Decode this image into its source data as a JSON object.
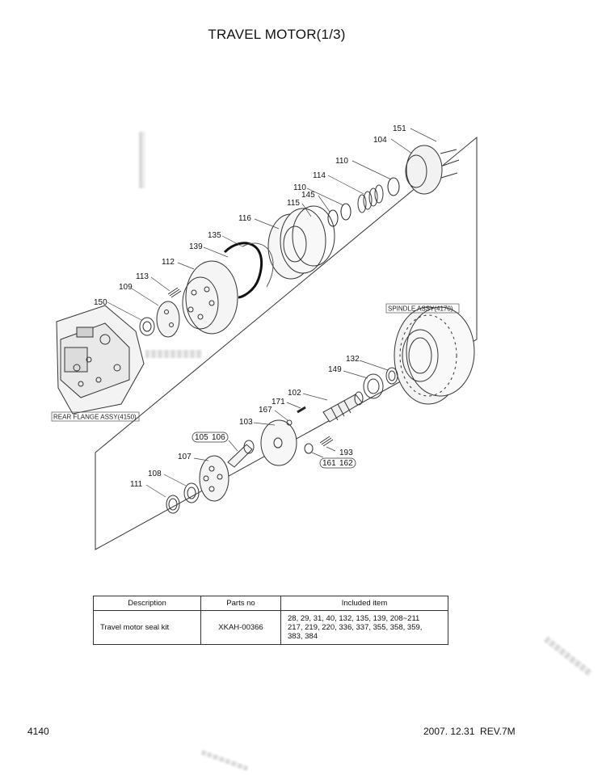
{
  "page": {
    "title": "TRAVEL MOTOR(1/3)",
    "page_number": "4140",
    "revision": "2007. 12.31  REV.7M"
  },
  "diagram": {
    "assemblies": {
      "rear_flange": "REAR FLANGE ASSY(4150)",
      "spindle": "SPINDLE ASSY(4170)"
    },
    "callouts": {
      "p151": "151",
      "p104": "104",
      "p110a": "110",
      "p114": "114",
      "p110b": "110",
      "p145": "145",
      "p115": "115",
      "p116": "116",
      "p135": "135",
      "p139": "139",
      "p112": "112",
      "p113": "113",
      "p109": "109",
      "p150": "150",
      "p132": "132",
      "p149": "149",
      "p102": "102",
      "p171": "171",
      "p167": "167",
      "p103": "103",
      "p105": "105",
      "p106": "106",
      "p107": "107",
      "p108": "108",
      "p111": "111",
      "p193": "193",
      "p161": "161",
      "p162": "162"
    }
  },
  "kit_table": {
    "headers": [
      "Description",
      "Parts no",
      "Included item"
    ],
    "row": {
      "description": "Travel motor seal kit",
      "parts_no": "XKAH-00366",
      "included_items": [
        "28, 29, 31, 40, 132, 135, 139, 208~211",
        "217, 219, 220, 336, 337, 355, 358, 359,",
        "383, 384"
      ]
    }
  }
}
